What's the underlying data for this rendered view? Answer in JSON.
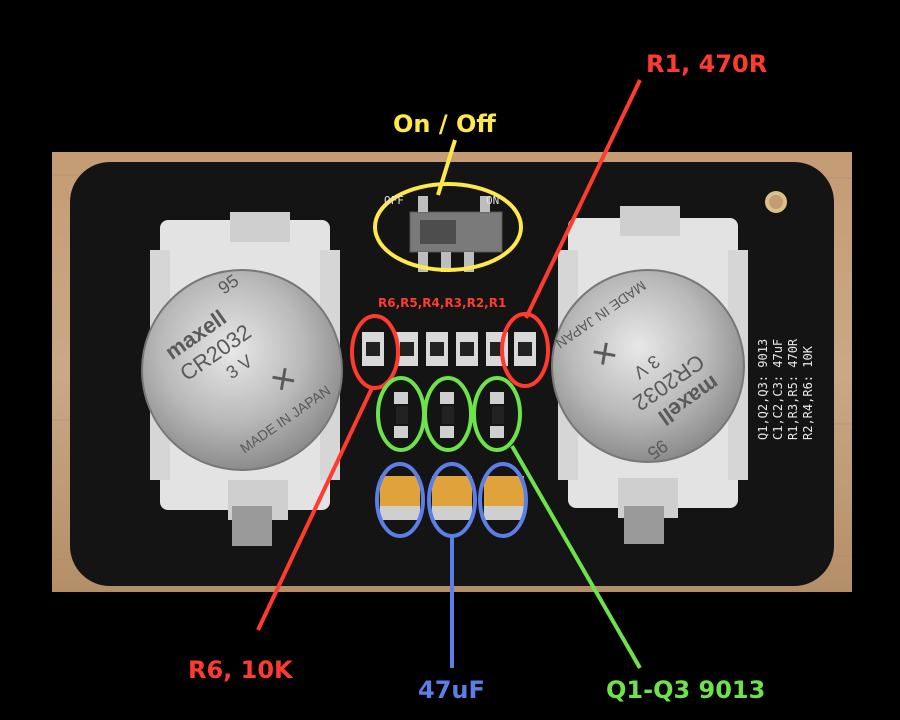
{
  "labels": {
    "switch": "On / Off",
    "r1": "R1, 470R",
    "r6": "R6, 10K",
    "caps": "47uF",
    "transistors": "Q1-Q3 9013",
    "resistor_row": "R6,R5,R4,R3,R2,R1"
  },
  "battery_left": {
    "brand": "maxell",
    "model": "CR2032",
    "voltage": "3 V",
    "origin": "MADE IN JAPAN",
    "code": "95"
  },
  "battery_right": {
    "brand": "maxell",
    "model": "CR2032",
    "voltage": "3 V",
    "origin": "MADE IN JAPAN",
    "code": "95"
  },
  "silkscreen": {
    "line1": "Q1,Q2,Q3: 9013",
    "line2": "C1,C2,C3: 47uF",
    "line3": "R1,R3,R5: 470R",
    "line4": "R2,R4,R6: 10K",
    "switch_left": "OFF",
    "switch_right": "ON"
  },
  "colors": {
    "background": "#000000",
    "wood": "#c8a883",
    "pcb": "#141414",
    "holder": "#e6e6e6",
    "red": "#ff3b2f",
    "yellow": "#ffe84a",
    "blue": "#5b7fe6",
    "green": "#6ee24a",
    "tantalum": "#e0a23a"
  }
}
